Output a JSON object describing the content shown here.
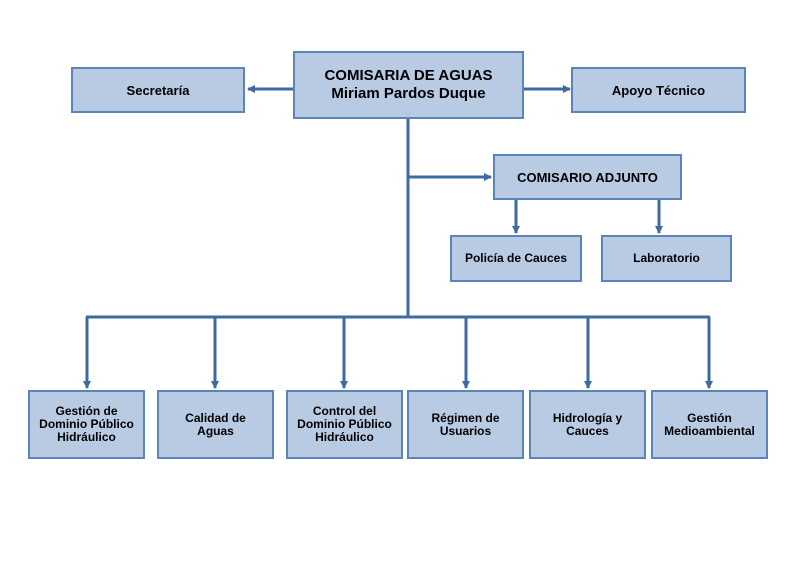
{
  "chart": {
    "root": {
      "line1": "COMISARIA DE AGUAS",
      "line2": "Miriam Pardos Duque"
    },
    "secretaria": "Secretaría",
    "apoyo": "Apoyo Técnico",
    "adjunto": "COMISARIO ADJUNTO",
    "policia": "Policía de Cauces",
    "laboratorio": "Laboratorio",
    "units": [
      "Gestión de\nDominio Público\nHidráulico",
      "Calidad de\nAguas",
      "Control del\nDominio Público\nHidráulico",
      "Régimen de\nUsuarios",
      "Hidrología y\nCauces",
      "Gestión\nMedioambiental"
    ]
  },
  "colors": {
    "box_fill": "#b9cae3",
    "box_border": "#5b85ba",
    "line": "#3d6aa3"
  }
}
